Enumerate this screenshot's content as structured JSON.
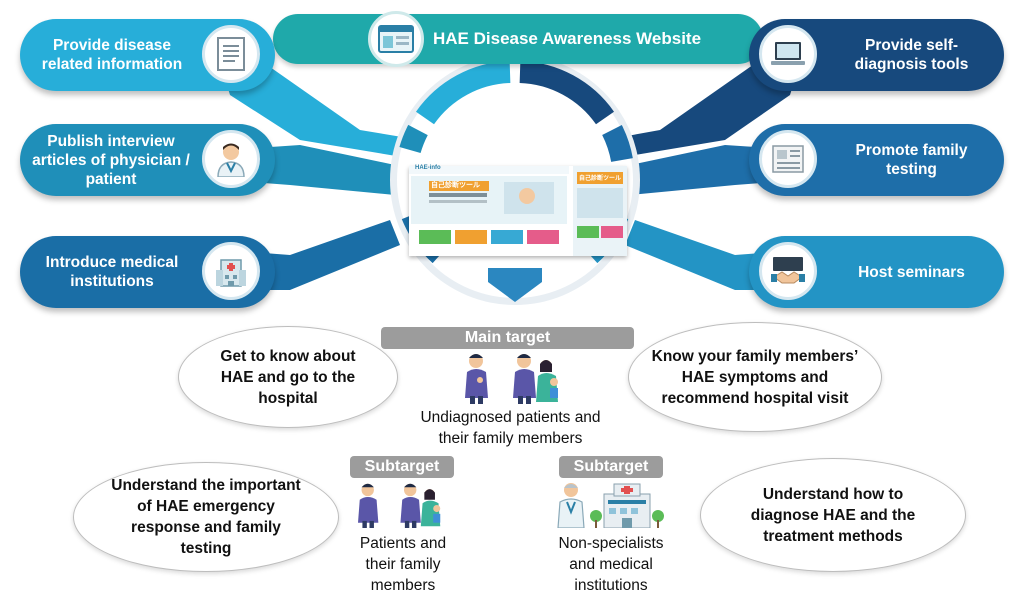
{
  "website": {
    "title": "HAE Disease Awareness Website",
    "icon": "browser-window-icon"
  },
  "left_features": [
    {
      "label": "Provide disease related information",
      "icon": "document-icon",
      "color": "#27aed9"
    },
    {
      "label": "Publish interview articles of physician / patient",
      "icon": "doctor-icon",
      "color": "#1f8fb9"
    },
    {
      "label": "Introduce medical institutions",
      "icon": "hospital-building-icon",
      "color": "#1a6ea6"
    }
  ],
  "right_features": [
    {
      "label": "Provide self-diagnosis tools",
      "icon": "laptop-icon",
      "color": "#17497d"
    },
    {
      "label": "Promote family testing",
      "icon": "newspaper-icon",
      "color": "#1e6ea9"
    },
    {
      "label": "Host seminars",
      "icon": "handshake-icon",
      "color": "#2394c5"
    }
  ],
  "main_target": {
    "tag": "Main target",
    "caption": "Undiagnosed patients and their family members",
    "left_bubble": "Get to know about HAE and go to the hospital",
    "right_bubble": "Know your family members’ HAE symptoms and recommend hospital visit"
  },
  "subtarget_left": {
    "tag": "Subtarget",
    "caption": "Patients and their family members",
    "bubble": "Understand the important of HAE emergency response and family testing"
  },
  "subtarget_right": {
    "tag": "Subtarget",
    "caption": "Non-specialists and medical institutions",
    "bubble": "Understand how to diagnose HAE and the treatment methods"
  },
  "site_preview": {
    "logo": "HAE-info",
    "banner": "自己診断ツール",
    "banner_side": "自己診断ツール"
  }
}
